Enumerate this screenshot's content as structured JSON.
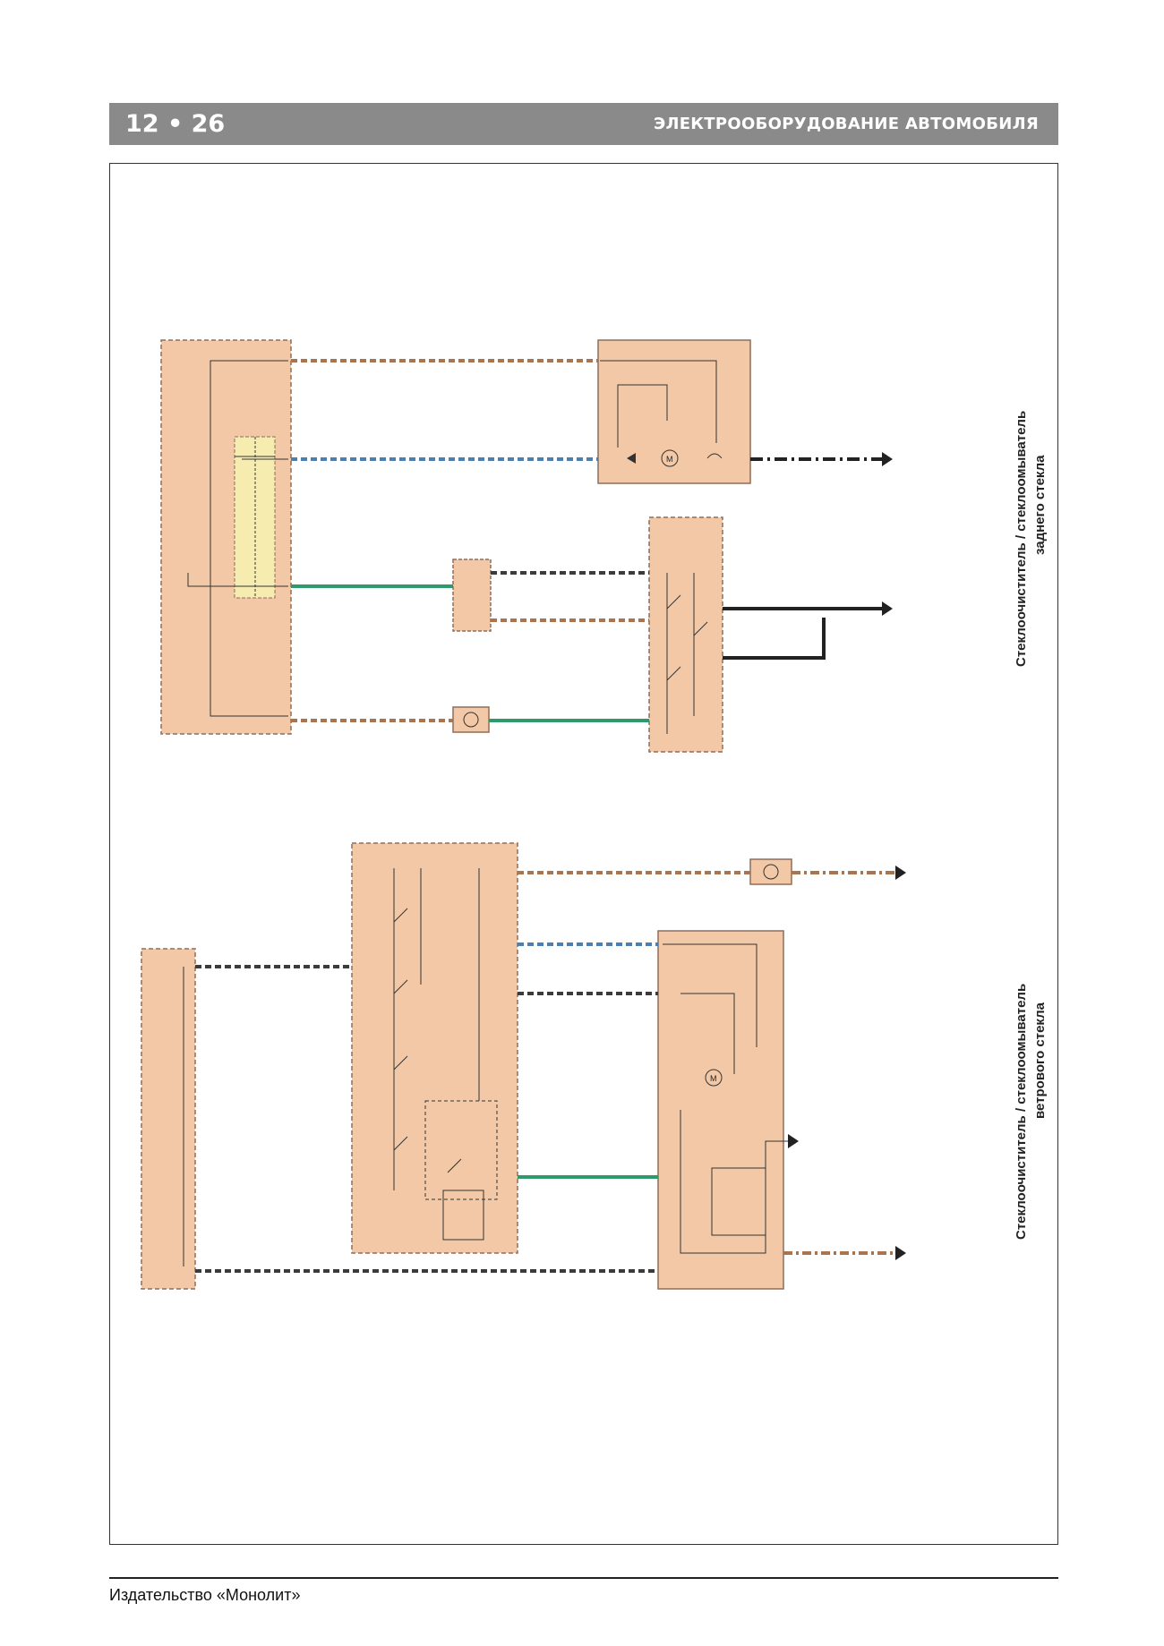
{
  "header": {
    "page_number": "12 • 26",
    "section_title": "ЭЛЕКТРООБОРУДОВАНИЕ АВТОМОБИЛЯ"
  },
  "diagrams": {
    "rear": {
      "caption_line1": "Стеклоочиститель / стеклоомыватель",
      "caption_line2": "заднего стекла"
    },
    "front": {
      "caption_line1": "Стеклоочиститель / стеклоомыватель",
      "caption_line2": "ветрового стекла"
    }
  },
  "footer": {
    "publisher": "Издательство «Монолит»"
  },
  "colors": {
    "block_fill": "#f3c8a6",
    "relay_fill": "#f6ecb0",
    "wire_green": "#2e9a6a",
    "wire_brown": "#a9744e",
    "wire_dark": "#3b3b3b",
    "wire_blue": "#4a7fb0",
    "border": "#8d6d5a"
  }
}
